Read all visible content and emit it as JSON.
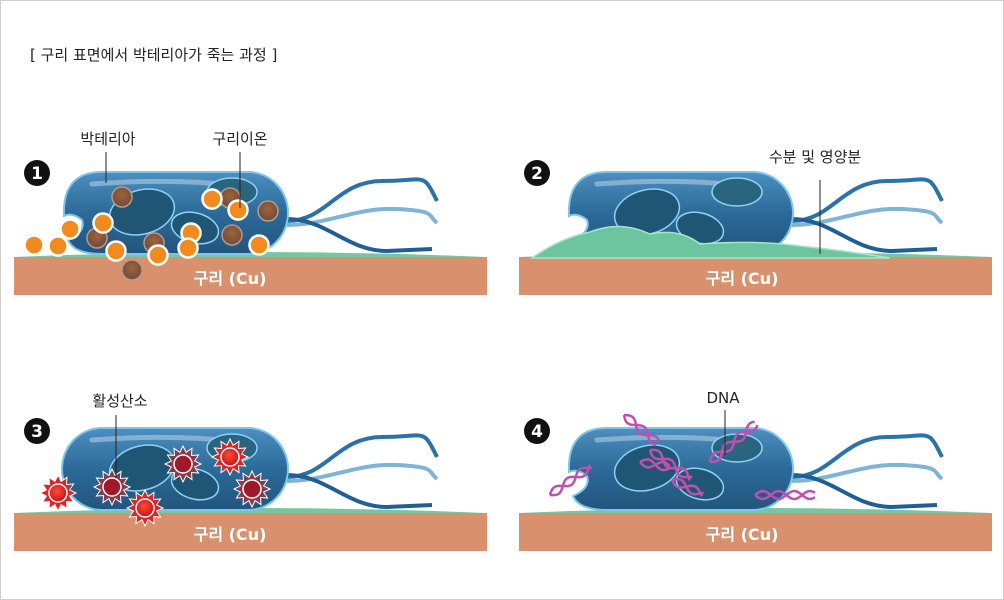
{
  "title": "[ 구리 표면에서 박테리아가 죽는 과정 ]",
  "colors": {
    "copper": "#d9906c",
    "film": "#74c79f",
    "body": "#2f6e9c",
    "ion": "#f28a1e",
    "ros": "#e02424",
    "dna": "#c24fb0"
  },
  "panels": [
    {
      "number": "1",
      "surface_label": "구리 (Cu)",
      "labels": [
        "박테리아",
        "구리이온"
      ]
    },
    {
      "number": "2",
      "surface_label": "구리 (Cu)",
      "labels": [
        "수분 및 영양분"
      ]
    },
    {
      "number": "3",
      "surface_label": "구리 (Cu)",
      "labels": [
        "활성산소"
      ]
    },
    {
      "number": "4",
      "surface_label": "구리 (Cu)",
      "labels": [
        "DNA"
      ]
    }
  ]
}
